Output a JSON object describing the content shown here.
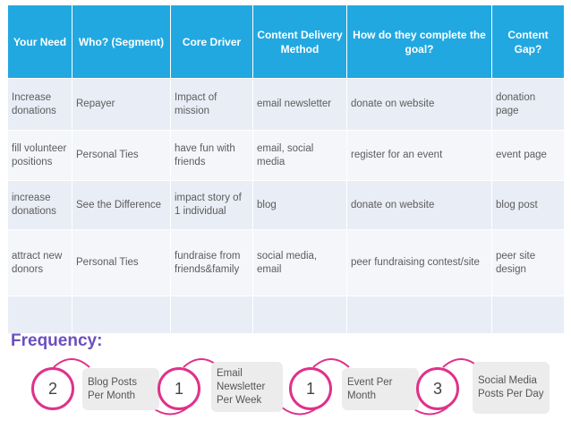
{
  "table": {
    "headers": [
      "Your Need",
      "Who? (Segment)",
      "Core Driver",
      "Content Delivery Method",
      "How do they complete the goal?",
      "Content Gap?"
    ],
    "rows": [
      [
        "Increase donations",
        "Repayer",
        "Impact of mission",
        "email newsletter",
        "donate on website",
        "donation page"
      ],
      [
        "fill volunteer positions",
        "Personal Ties",
        "have fun with friends",
        "email, social media",
        "register for an event",
        "event page"
      ],
      [
        "increase donations",
        "See the Difference",
        "impact story of 1 individual",
        "blog",
        "donate on website",
        "blog post"
      ],
      [
        "attract new donors",
        "Personal Ties",
        "fundraise from friends&family",
        "social media, email",
        "peer fundraising contest/site",
        "peer site design"
      ],
      [
        "",
        "",
        "",
        "",
        "",
        ""
      ]
    ]
  },
  "frequency": {
    "title": "Frequency:",
    "items": [
      {
        "number": "2",
        "label": "Blog Posts Per Month"
      },
      {
        "number": "1",
        "label": "Email Newsletter Per Week"
      },
      {
        "number": "1",
        "label": "Event Per Month"
      },
      {
        "number": "3",
        "label": "Social Media Posts Per Day"
      }
    ]
  },
  "colors": {
    "header_bg": "#22a8e0",
    "row_bg": "#e9edf6",
    "accent_pink": "#e0318a",
    "title_purple": "#6b4fc0"
  }
}
